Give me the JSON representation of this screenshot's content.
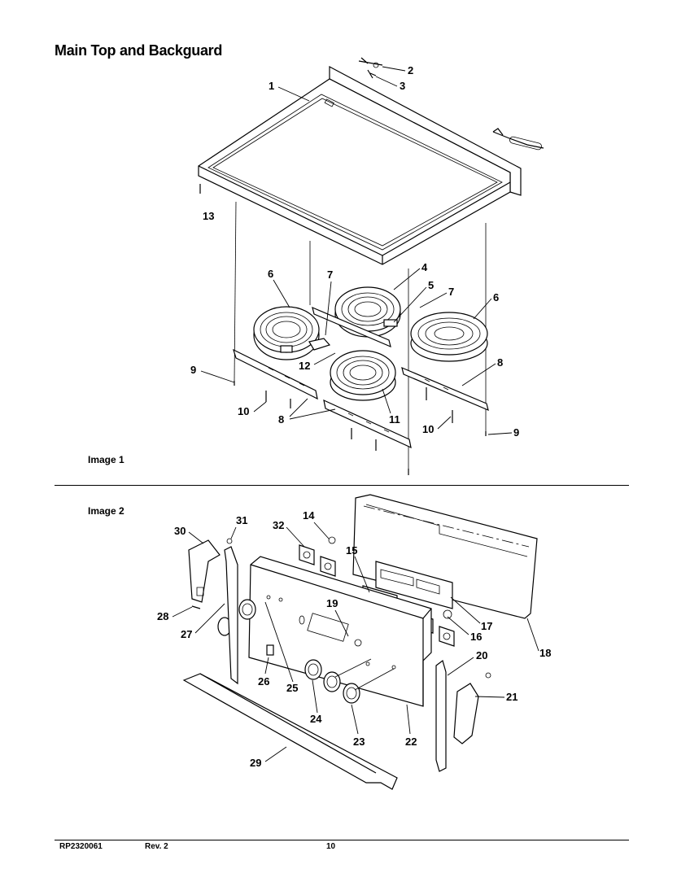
{
  "title": "Main Top and Backguard",
  "image1_label": "Image 1",
  "image2_label": "Image 2",
  "footer": {
    "doc_id": "RP2320061",
    "revision": "Rev. 2",
    "page": "10"
  },
  "callouts": {
    "c1": "1",
    "c2": "2",
    "c3": "3",
    "c4": "4",
    "c5": "5",
    "c6a": "6",
    "c6b": "6",
    "c7a": "7",
    "c7b": "7",
    "c8a": "8",
    "c8b": "8",
    "c9a": "9",
    "c9b": "9",
    "c10a": "10",
    "c10b": "10",
    "c11": "11",
    "c12": "12",
    "c13": "13",
    "c14": "14",
    "c15": "15",
    "c16": "16",
    "c17": "17",
    "c18": "18",
    "c19": "19",
    "c20": "20",
    "c21": "21",
    "c22": "22",
    "c23": "23",
    "c24": "24",
    "c25": "25",
    "c26": "26",
    "c27": "27",
    "c28": "28",
    "c29": "29",
    "c30": "30",
    "c31": "31",
    "c32": "32"
  }
}
